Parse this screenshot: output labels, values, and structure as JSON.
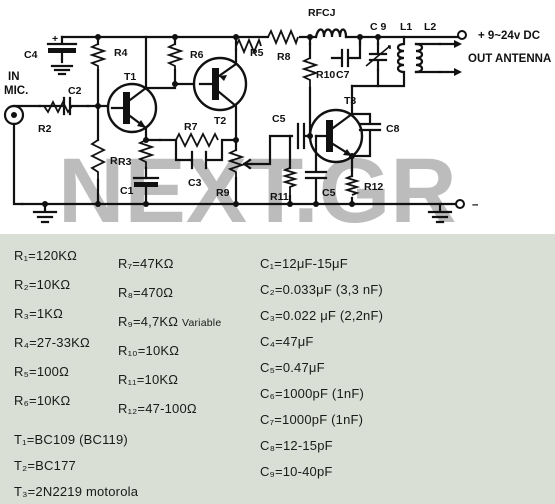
{
  "schematic": {
    "supply_label": "+ 9~24v DC",
    "ground_label": "–",
    "out_label": "OUT ANTENNA",
    "in_label_1": "IN",
    "in_label_2": "MIC.",
    "watermark": "NEXT.GR",
    "labels": {
      "c4": "C4",
      "r4": "R4",
      "r6": "R6",
      "r5": "R5",
      "r8": "R8",
      "rfcj": "RFCJ",
      "c9": "C 9",
      "l1": "L1",
      "l2": "L2",
      "r10": "R10",
      "c7": "C7",
      "t1": "T1",
      "t2": "T2",
      "t3": "T3",
      "c2": "C2",
      "r2": "R2",
      "r": "R",
      "r3": "R3",
      "r7": "R7",
      "c3": "C3",
      "c1": "C1",
      "r9": "R9",
      "c5a": "C5",
      "c5b": "C5",
      "c8": "C8",
      "r11": "R11",
      "r12": "R12"
    }
  },
  "parts": {
    "col1": [
      "R₁=120KΩ",
      "R₂=10KΩ",
      "R₃=1KΩ",
      "R₄=27-33KΩ",
      "R₅=100Ω",
      "R₆=10KΩ"
    ],
    "col2": [
      "R₇=47KΩ",
      "R₈=470Ω",
      "R₉=4,7KΩ",
      "R₁₀=10KΩ",
      "R₁₁=10KΩ",
      "R₁₂=47-100Ω"
    ],
    "r9_note": "Variable",
    "transistors": [
      "T₁=BC109 (BC119)",
      "T₂=BC177",
      "T₃=2N2219 motorola"
    ],
    "caps": [
      "C₁=12μF-15μF",
      "C₂=0.033μF (3,3 nF)",
      "C₃=0.022 μF (2,2nF)",
      "C₄=47μF",
      "C₅=0.47μF",
      "C₆=1000pF (1nF)",
      "C₇=1000pF (1nF)",
      "C₈=12-15pF",
      "C₉=10-40pF"
    ]
  }
}
